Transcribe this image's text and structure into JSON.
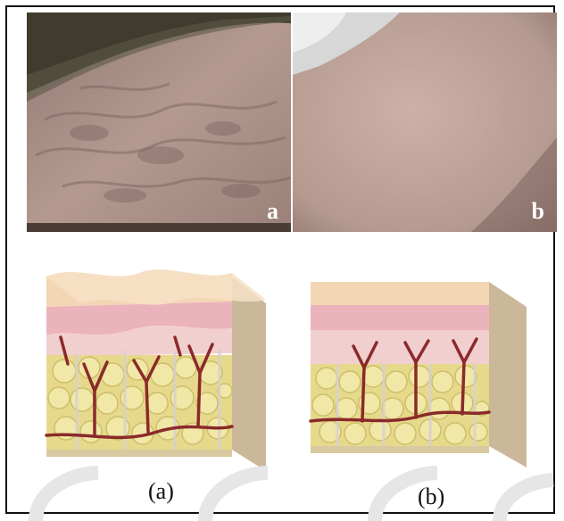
{
  "figure": {
    "photo_a": {
      "corner_label": "a"
    },
    "photo_b": {
      "corner_label": "b"
    },
    "diagram_a": {
      "caption": "(a)"
    },
    "diagram_b": {
      "caption": "(b)"
    }
  },
  "colors": {
    "skin_dark": "#9a7f78",
    "skin_light": "#c9aea4",
    "epidermis": "#f3d6b4",
    "dermis": "#e9a9b4",
    "fat": "#e6d889",
    "vessel": "#8a2a2a",
    "septa": "#c9c2c4"
  }
}
